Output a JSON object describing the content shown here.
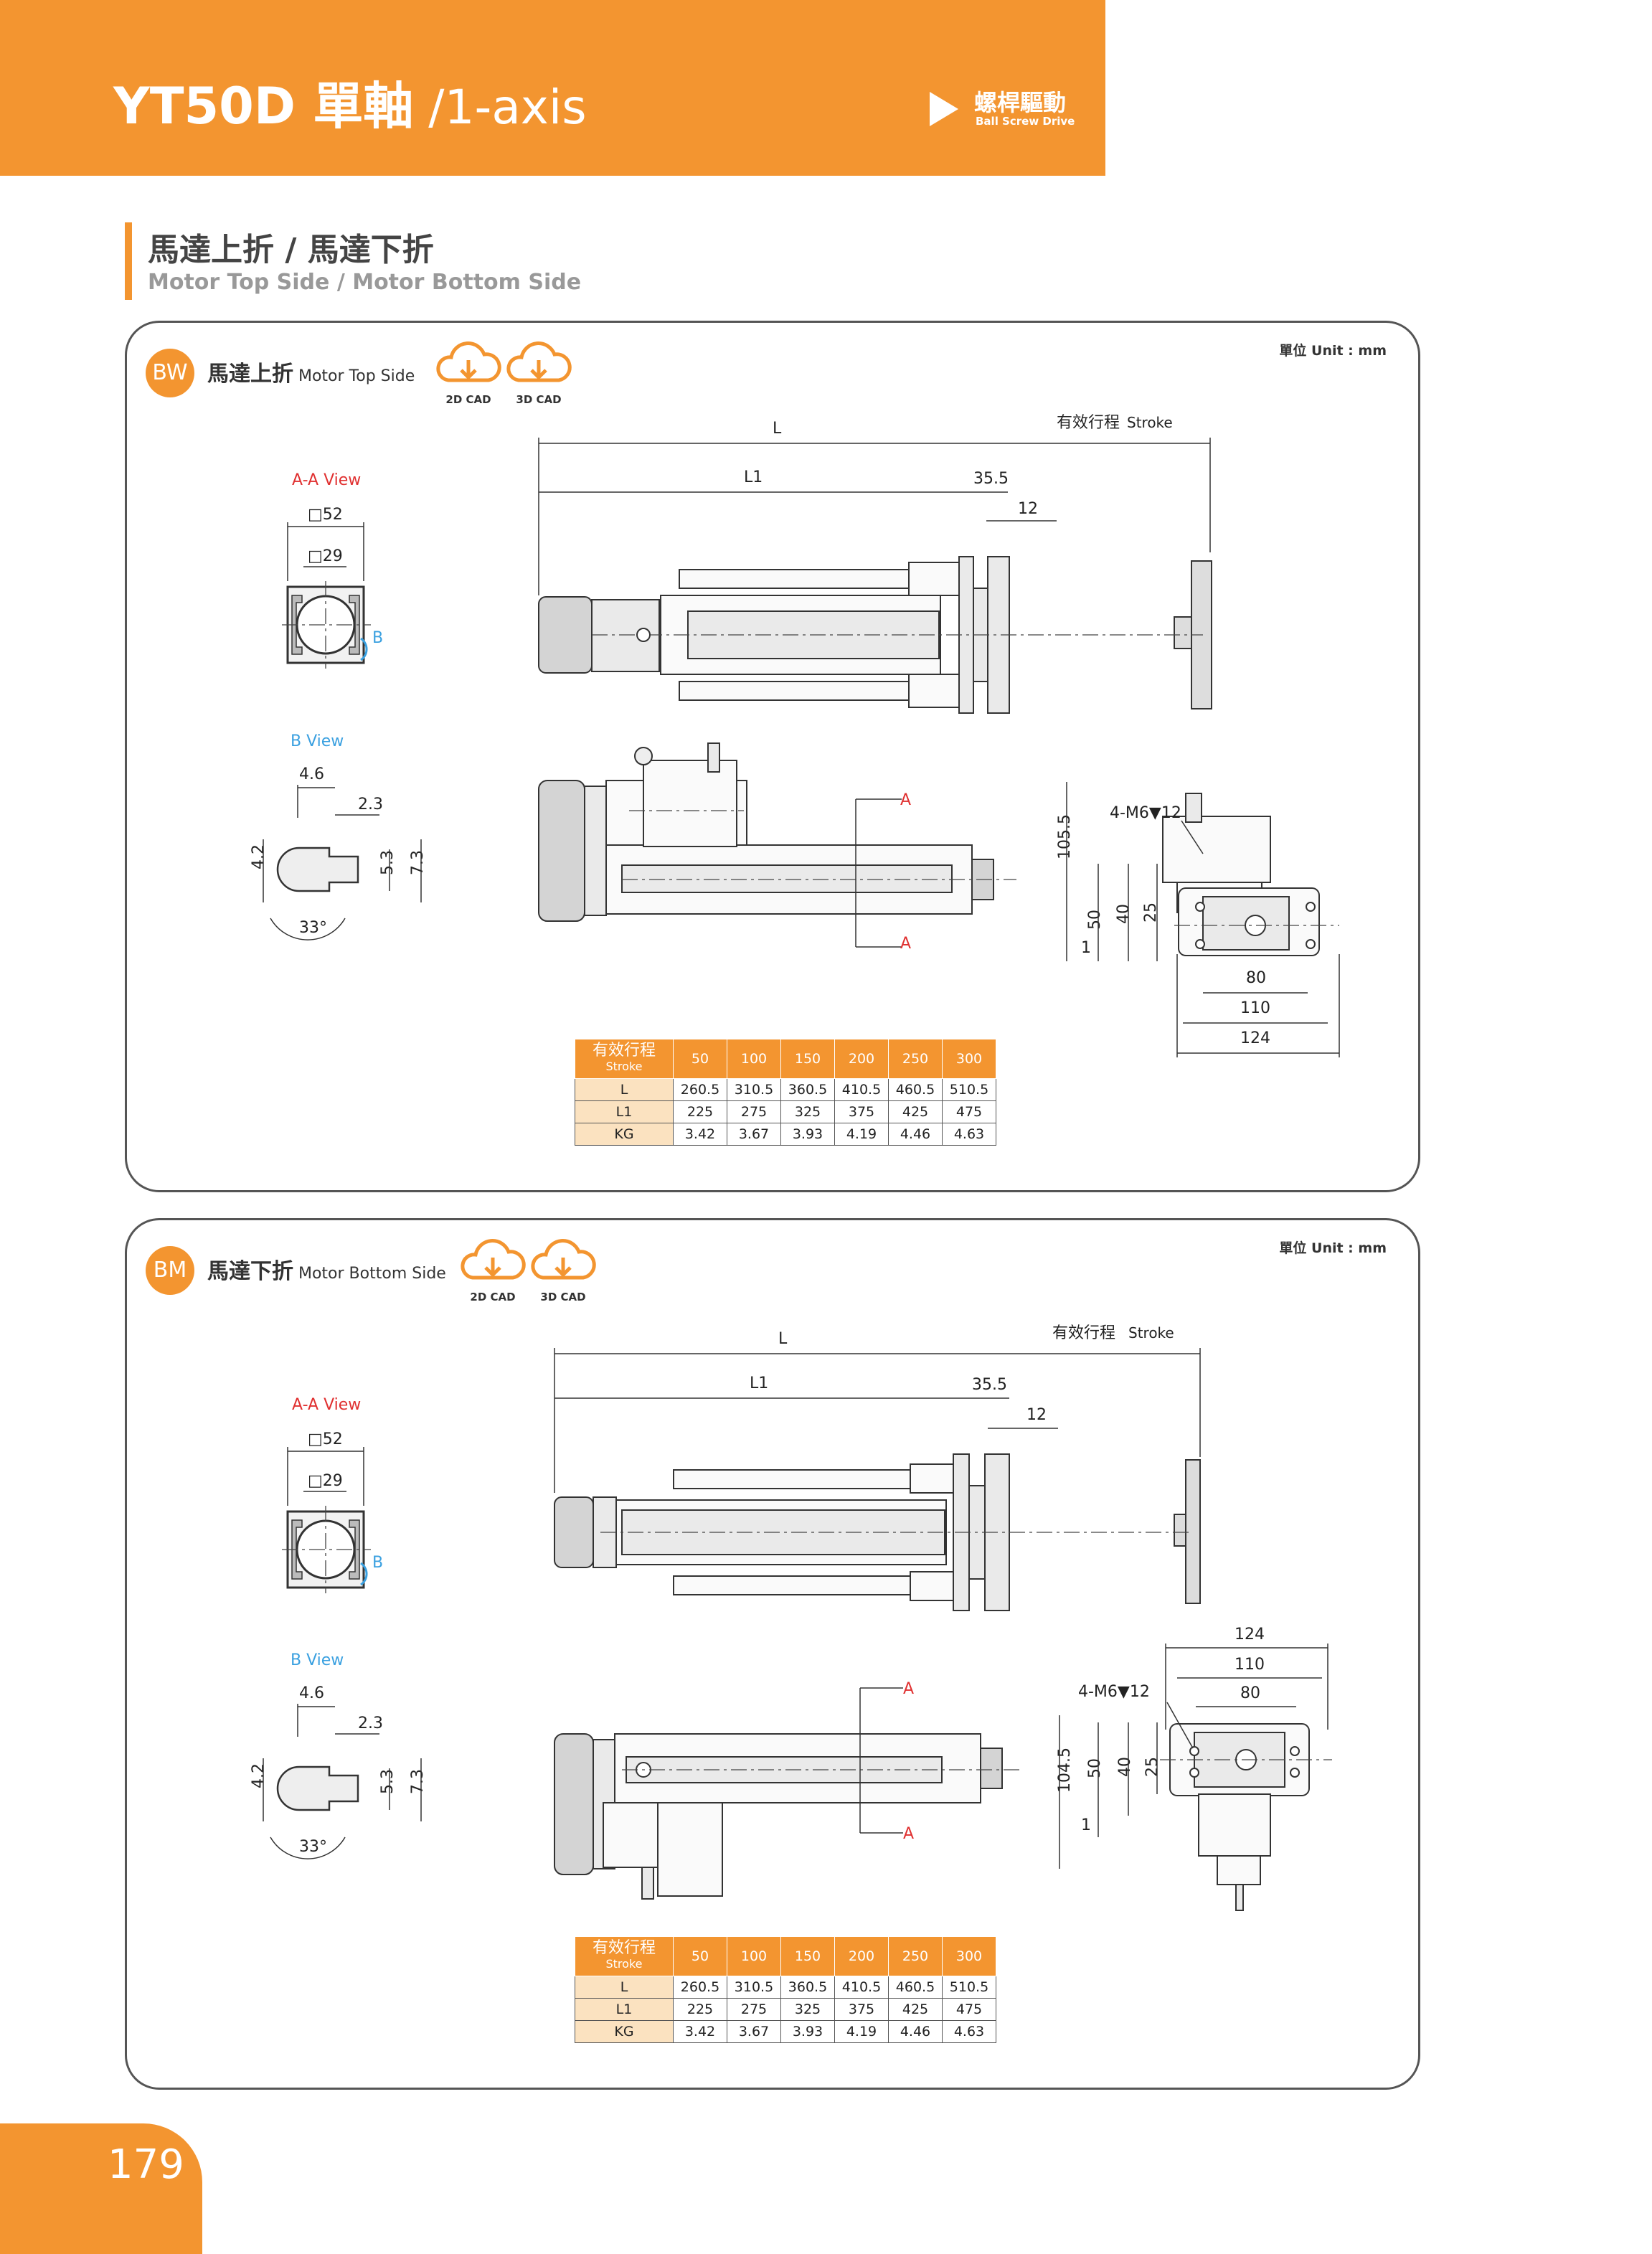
{
  "header": {
    "title_main": "YT50D 單軸",
    "title_sub": " /1-axis",
    "category_zh": "螺桿驅動",
    "category_en": "Ball Screw Drive"
  },
  "section": {
    "title": "馬達上折 / 馬達下折",
    "subtitle": "Motor Top Side / Motor Bottom Side"
  },
  "panels": [
    {
      "badge": "BW",
      "title_zh": "馬達上折",
      "title_en": " Motor Top Side",
      "cad_2d": "2D CAD",
      "cad_3d": "3D CAD",
      "unit": "單位 Unit : mm",
      "labels": {
        "aa_view": "A-A View",
        "b_view": "B View",
        "sq52": "□52",
        "sq29": "□29",
        "b": "B",
        "d46": "4.6",
        "d23": "2.3",
        "d42": "4.2",
        "d53": "5.3",
        "d73": "7.3",
        "d33": "33°",
        "L": "L",
        "L1": "L1",
        "stroke_zh": "有效行程",
        "stroke_en": "Stroke",
        "d355": "35.5",
        "d12": "12",
        "a": "A",
        "height": "105.5",
        "d50": "50",
        "d40": "40",
        "d25": "25",
        "d1": "1",
        "d80": "80",
        "d110": "110",
        "d124": "124",
        "thread": "4-M6▼12"
      },
      "table": {
        "head_zh": "有效行程",
        "head_en": "Stroke",
        "strokes": [
          "50",
          "100",
          "150",
          "200",
          "250",
          "300"
        ],
        "rows": [
          {
            "label": "L",
            "values": [
              "260.5",
              "310.5",
              "360.5",
              "410.5",
              "460.5",
              "510.5"
            ]
          },
          {
            "label": "L1",
            "values": [
              "225",
              "275",
              "325",
              "375",
              "425",
              "475"
            ]
          },
          {
            "label": "KG",
            "values": [
              "3.42",
              "3.67",
              "3.93",
              "4.19",
              "4.46",
              "4.63"
            ]
          }
        ]
      }
    },
    {
      "badge": "BM",
      "title_zh": "馬達下折",
      "title_en": " Motor Bottom Side",
      "cad_2d": "2D CAD",
      "cad_3d": "3D CAD",
      "unit": "單位 Unit : mm",
      "labels": {
        "aa_view": "A-A View",
        "b_view": "B View",
        "sq52": "□52",
        "sq29": "□29",
        "b": "B",
        "d46": "4.6",
        "d23": "2.3",
        "d42": "4.2",
        "d53": "5.3",
        "d73": "7.3",
        "d33": "33°",
        "L": "L",
        "L1": "L1",
        "stroke_zh": "有效行程",
        "stroke_en": "Stroke",
        "d355": "35.5",
        "d12": "12",
        "a": "A",
        "height": "104.5",
        "d50": "50",
        "d40": "40",
        "d25": "25",
        "d1": "1",
        "d80": "80",
        "d110": "110",
        "d124": "124",
        "thread": "4-M6▼12"
      },
      "table": {
        "head_zh": "有效行程",
        "head_en": "Stroke",
        "strokes": [
          "50",
          "100",
          "150",
          "200",
          "250",
          "300"
        ],
        "rows": [
          {
            "label": "L",
            "values": [
              "260.5",
              "310.5",
              "360.5",
              "410.5",
              "460.5",
              "510.5"
            ]
          },
          {
            "label": "L1",
            "values": [
              "225",
              "275",
              "325",
              "375",
              "425",
              "475"
            ]
          },
          {
            "label": "KG",
            "values": [
              "3.42",
              "3.67",
              "3.93",
              "4.19",
              "4.46",
              "4.63"
            ]
          }
        ]
      }
    }
  ],
  "page_number": "179",
  "colors": {
    "accent": "#f39530",
    "red_label": "#e03030",
    "blue_label": "#3aa0e0"
  }
}
